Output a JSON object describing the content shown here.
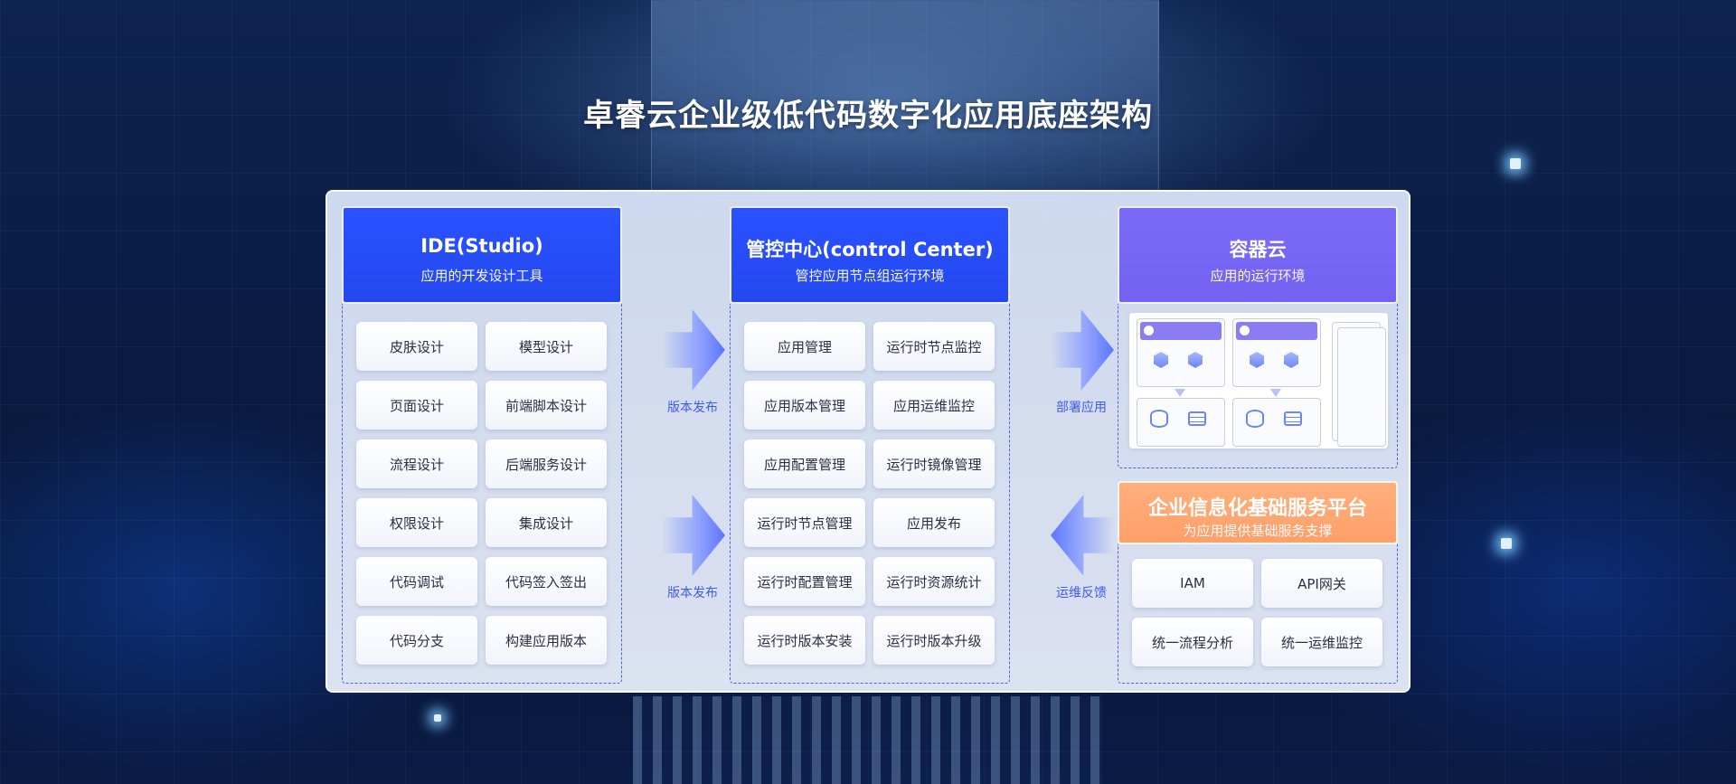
{
  "title": "卓睿云企业级低代码数字化应用底座架构",
  "ide": {
    "title": "IDE(Studio)",
    "subtitle": "应用的开发设计工具",
    "items": [
      "皮肤设计",
      "模型设计",
      "页面设计",
      "前端脚本设计",
      "流程设计",
      "后端服务设计",
      "权限设计",
      "集成设计",
      "代码调试",
      "代码签入签出",
      "代码分支",
      "构建应用版本"
    ]
  },
  "flow_left": {
    "top_label": "版本发布",
    "bottom_label": "版本发布"
  },
  "control": {
    "title": "管控中心(control Center)",
    "subtitle": "管控应用节点组运行环境",
    "items": [
      "应用管理",
      "运行时节点监控",
      "应用版本管理",
      "应用运维监控",
      "应用配置管理",
      "运行时镜像管理",
      "运行时节点管理",
      "应用发布",
      "运行时配置管理",
      "运行时资源统计",
      "运行时版本安装",
      "运行时版本升级"
    ]
  },
  "flow_right": {
    "top_label": "部署应用",
    "bottom_label": "运维反馈"
  },
  "container": {
    "title": "容器云",
    "subtitle": "应用的运行环境"
  },
  "platform": {
    "title": "企业信息化基础服务平台",
    "subtitle": "为应用提供基础服务支撑",
    "items": [
      "IAM",
      "API网关",
      "统一流程分析",
      "统一运维监控"
    ]
  },
  "colors": {
    "blue_header": "#2448f0",
    "purple_header": "#7462f2",
    "orange_header": "#ff9f6a",
    "flow_label": "#3f5ce8",
    "dashed_border": "#4a62e8"
  }
}
